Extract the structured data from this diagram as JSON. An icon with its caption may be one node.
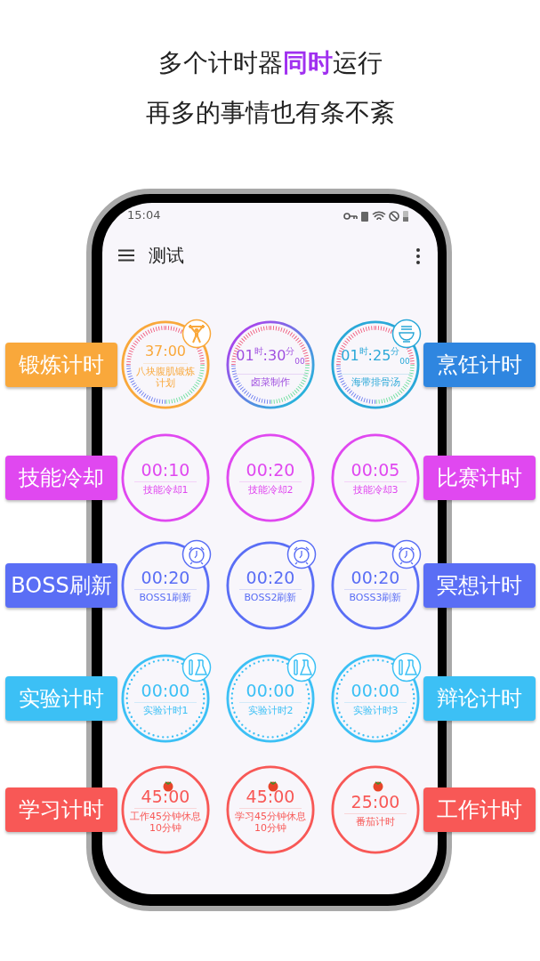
{
  "diagram": {
    "title": "多个计时器**同时**运行",
    "nodes": [
      {
        "text": [
          "锻炼计时"
        ]
      },
      {
        "text": [
          "37:00",
          "八块腹肌锻炼计划"
        ]
      },
      {
        "text": [
          "01$^{时}$:30$^{分}$$_{00}$",
          "卤菜制作"
        ]
      },
      {
        "text": [
          "01$^{时}$:25$^{分}$$_{00}$",
          "海带排骨汤"
        ]
      },
      {
        "text": [
          "烹饪计时"
        ]
      },
      {
        "text": [
          "技能冷却"
        ]
      },
      {
        "text": [
          "00:10",
          "技能冷却1"
        ]
      },
      {
        "text": [
          "00:20",
          "技能冷却2"
        ]
      },
      {
        "text": [
          "00:05",
          "技能冷却3"
        ]
      },
      {
        "text": [
          "比赛计时"
        ]
      },
      {
        "text": [
          "BOSS刷新"
        ]
      },
      {
        "text": [
          "00:20",
          "BOSS1刷新"
        ]
      },
      {
        "text": [
          "00:20",
          "BOSS2刷新"
        ]
      },
      {
        "text": [
          "00:20",
          "BOSS3刷新"
        ]
      },
      {
        "text": [
          "冥想计时"
        ]
      },
      {
        "text": [
          "实验计时"
        ]
      },
      {
        "text": [
          "00:00",
          "实验计时1"
        ]
      },
      {
        "text": [
          "00:00",
          "实验计时2"
        ]
      },
      {
        "text": [
          "00:00",
          "实验计时3"
        ]
      },
      {
        "text": [
          "辩论计时"
        ]
      },
      {
        "text": [
          "学习计时"
        ]
      },
      {
        "text": [
          "45:00",
          "工作45分钟休息10分钟"
        ]
      },
      {
        "text": [
          "45:00",
          "学习45分钟休息10分钟"
        ]
      },
      {
        "text": [
          "25:00",
          "番茄计时"
        ]
      },
      {
        "text": [
          "工作计时"
        ]
      }
    ],
    "labels": [
      "再多的事情也有条不紊",
      "15:04",
      "测试"
    ]
  }
}
